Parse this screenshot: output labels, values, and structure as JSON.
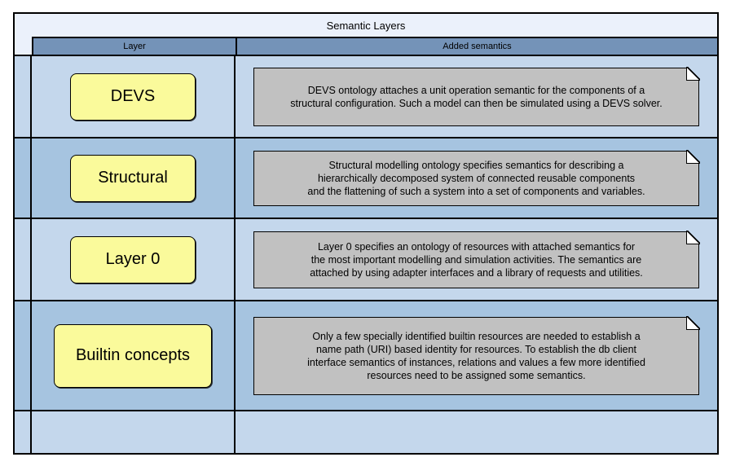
{
  "title": "Semantic Layers",
  "columns": {
    "layer": "Layer",
    "added_semantics": "Added semantics"
  },
  "colors": {
    "title_bg": "#ebf1fb",
    "header_bg": "#7493b8",
    "row_light": "#c4d7ec",
    "row_dark": "#a6c4e0",
    "layer_box_bg": "#fafa9b",
    "note_bg": "#c1c1c1",
    "border": "#000000"
  },
  "rows": [
    {
      "layer": "DEVS",
      "note": "DEVS ontology attaches a unit operation semantic for the components of a\nstructural configuration. Such a model can then be simulated using a DEVS solver."
    },
    {
      "layer": "Structural",
      "note": "Structural modelling ontology specifies semantics for describing a\nhierarchically decomposed system of connected reusable components\nand the flattening of such a system into a set of components and variables."
    },
    {
      "layer": "Layer 0",
      "note": "Layer 0 specifies an ontology of resources with attached semantics for\nthe most important modelling and simulation activities. The semantics are\nattached by using adapter interfaces and a library of requests and utilities."
    },
    {
      "layer": "Builtin concepts",
      "note": "Only a few specially identified builtin resources are needed to establish a\nname path (URI) based identity for resources. To establish the db client\ninterface semantics of instances, relations and values a few more identified\nresources need to be assigned some semantics."
    }
  ]
}
